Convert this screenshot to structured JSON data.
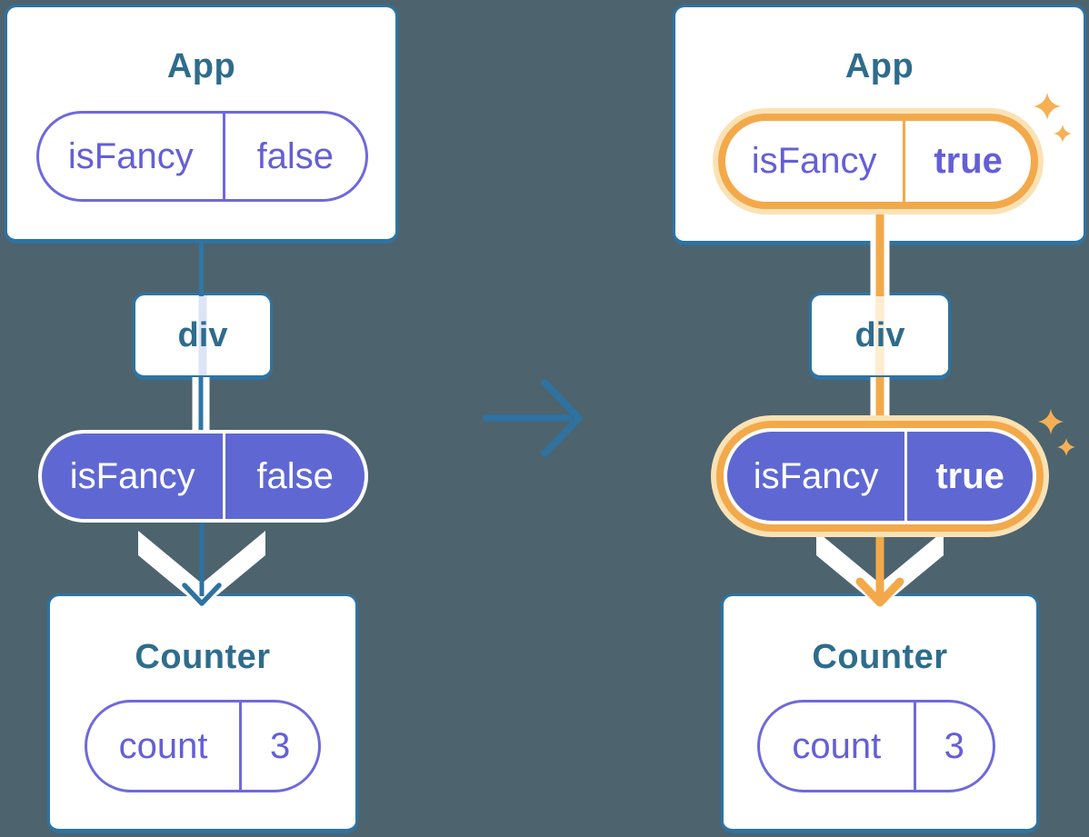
{
  "left_tree": {
    "app_title": "App",
    "app_prop": {
      "name": "isFancy",
      "value": "false"
    },
    "div_label": "div",
    "passed_prop": {
      "name": "isFancy",
      "value": "false"
    },
    "counter_title": "Counter",
    "counter_state": {
      "name": "count",
      "value": "3"
    }
  },
  "right_tree": {
    "app_title": "App",
    "app_prop": {
      "name": "isFancy",
      "value": "true"
    },
    "div_label": "div",
    "passed_prop": {
      "name": "isFancy",
      "value": "true"
    },
    "counter_title": "Counter",
    "counter_state": {
      "name": "count",
      "value": "3"
    }
  },
  "colors": {
    "background": "#4d646e",
    "card_border": "#2e73a3",
    "node_title": "#2f6c8c",
    "purple_fill": "#5f68d2",
    "purple_text": "#645fd7",
    "edge_blue": "#3076a5",
    "arrow_blue": "#2e72a1",
    "highlight_orange": "#f3a94a",
    "highlight_halo": "#fbe2b5",
    "white": "#ffffff"
  }
}
